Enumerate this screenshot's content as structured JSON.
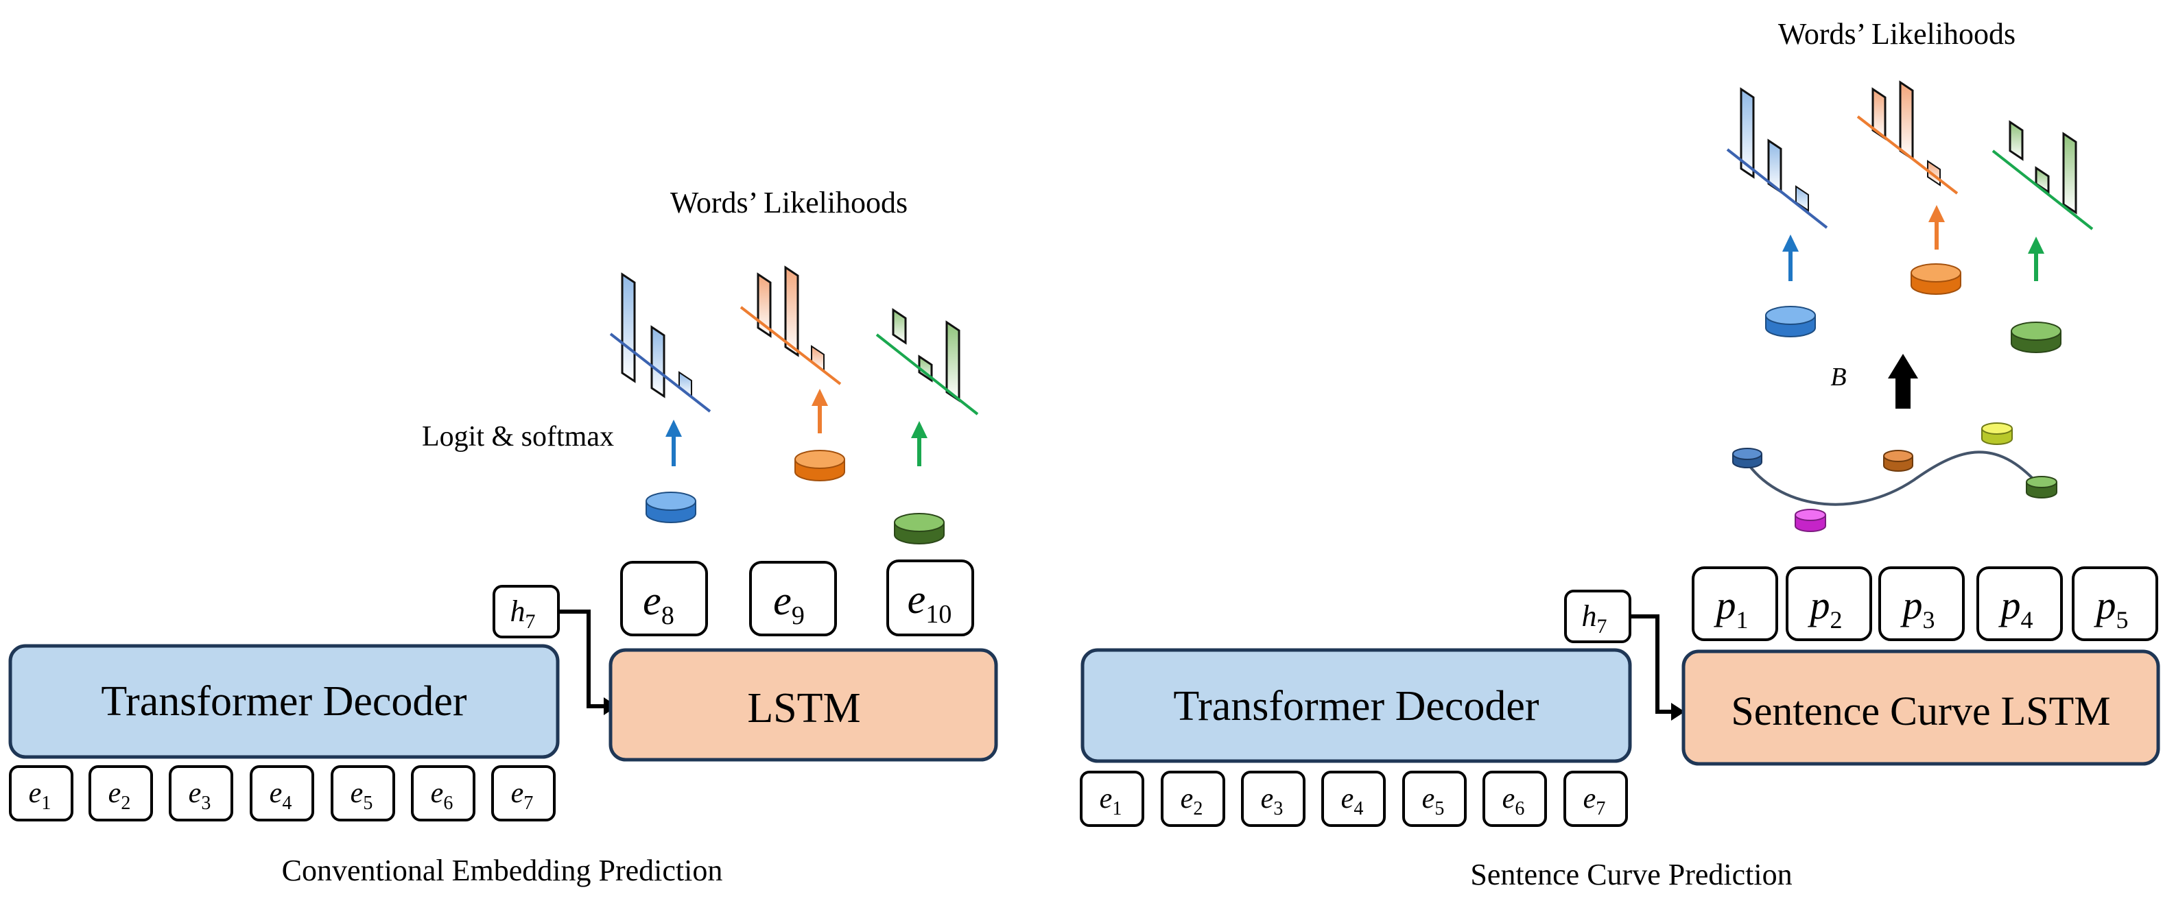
{
  "left_panel": {
    "caption": "Conventional Embedding Prediction",
    "title": "Words’ Likelihoods",
    "annotation": "Logit & softmax",
    "decoder_label": "Transformer Decoder",
    "lstm_label": "LSTM",
    "hidden_state": {
      "base": "h",
      "sub": "7"
    },
    "inputs": [
      {
        "base": "e",
        "sub": "1"
      },
      {
        "base": "e",
        "sub": "2"
      },
      {
        "base": "e",
        "sub": "3"
      },
      {
        "base": "e",
        "sub": "4"
      },
      {
        "base": "e",
        "sub": "5"
      },
      {
        "base": "e",
        "sub": "6"
      },
      {
        "base": "e",
        "sub": "7"
      }
    ],
    "outputs": [
      {
        "base": "e",
        "sub": "8"
      },
      {
        "base": "e",
        "sub": "9"
      },
      {
        "base": "e",
        "sub": "10"
      }
    ]
  },
  "right_panel": {
    "caption": "Sentence Curve Prediction",
    "title": "Words’ Likelihoods",
    "curve_operator": "B",
    "decoder_label": "Transformer Decoder",
    "lstm_label": "Sentence Curve LSTM",
    "hidden_state": {
      "base": "h",
      "sub": "7"
    },
    "inputs": [
      {
        "base": "e",
        "sub": "1"
      },
      {
        "base": "e",
        "sub": "2"
      },
      {
        "base": "e",
        "sub": "3"
      },
      {
        "base": "e",
        "sub": "4"
      },
      {
        "base": "e",
        "sub": "5"
      },
      {
        "base": "e",
        "sub": "6"
      },
      {
        "base": "e",
        "sub": "7"
      }
    ],
    "control_points": [
      {
        "base": "p",
        "sub": "1"
      },
      {
        "base": "p",
        "sub": "2"
      },
      {
        "base": "p",
        "sub": "3"
      },
      {
        "base": "p",
        "sub": "4"
      },
      {
        "base": "p",
        "sub": "5"
      }
    ]
  },
  "colors": {
    "decoder_fill": "#bdd7ee",
    "decoder_stroke": "#1f3756",
    "lstm_fill": "#f8cbad",
    "blue": "#1f77c4",
    "orange": "#ed7d31",
    "green": "#1aa84f",
    "curve": "#44546a"
  }
}
